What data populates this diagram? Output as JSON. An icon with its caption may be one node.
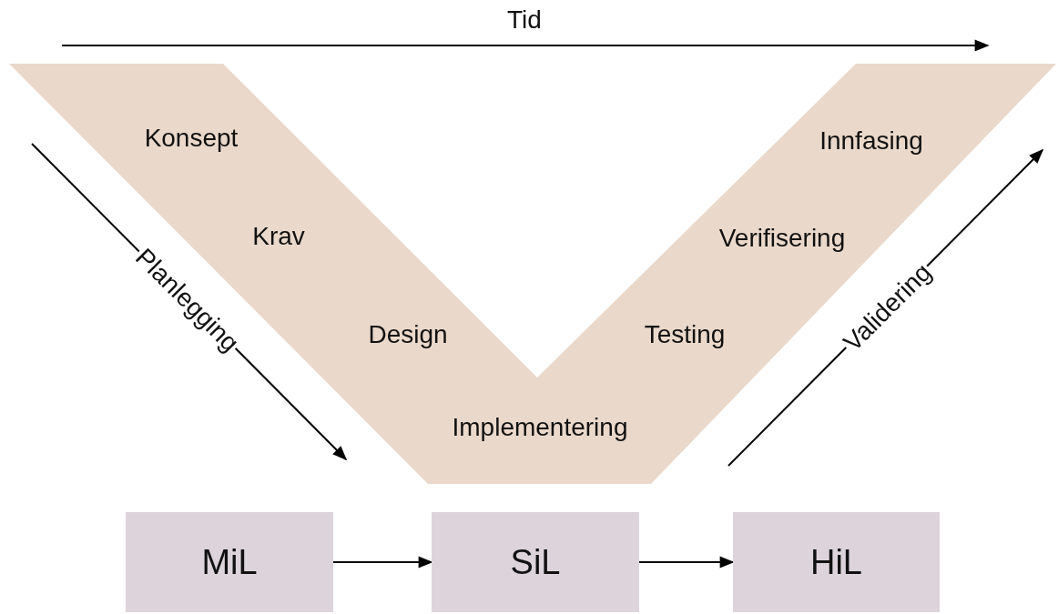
{
  "diagram": {
    "nodes": [
      {
        "text": [
          "Konsept",
          "Krav",
          "Design",
          "Implementering",
          "Testing",
          "Verifisering",
          "Innfasing"
        ]
      },
      {
        "text": [
          "MiL"
        ]
      },
      {
        "text": [
          "SiL"
        ]
      },
      {
        "text": [
          "HiL"
        ]
      }
    ],
    "edges": [
      {
        "from": 1,
        "to": 2,
        "arrow": "to"
      },
      {
        "from": 2,
        "to": 3,
        "arrow": "to"
      }
    ],
    "labels": [
      "Tid",
      "Planlegging",
      "Validering"
    ]
  }
}
